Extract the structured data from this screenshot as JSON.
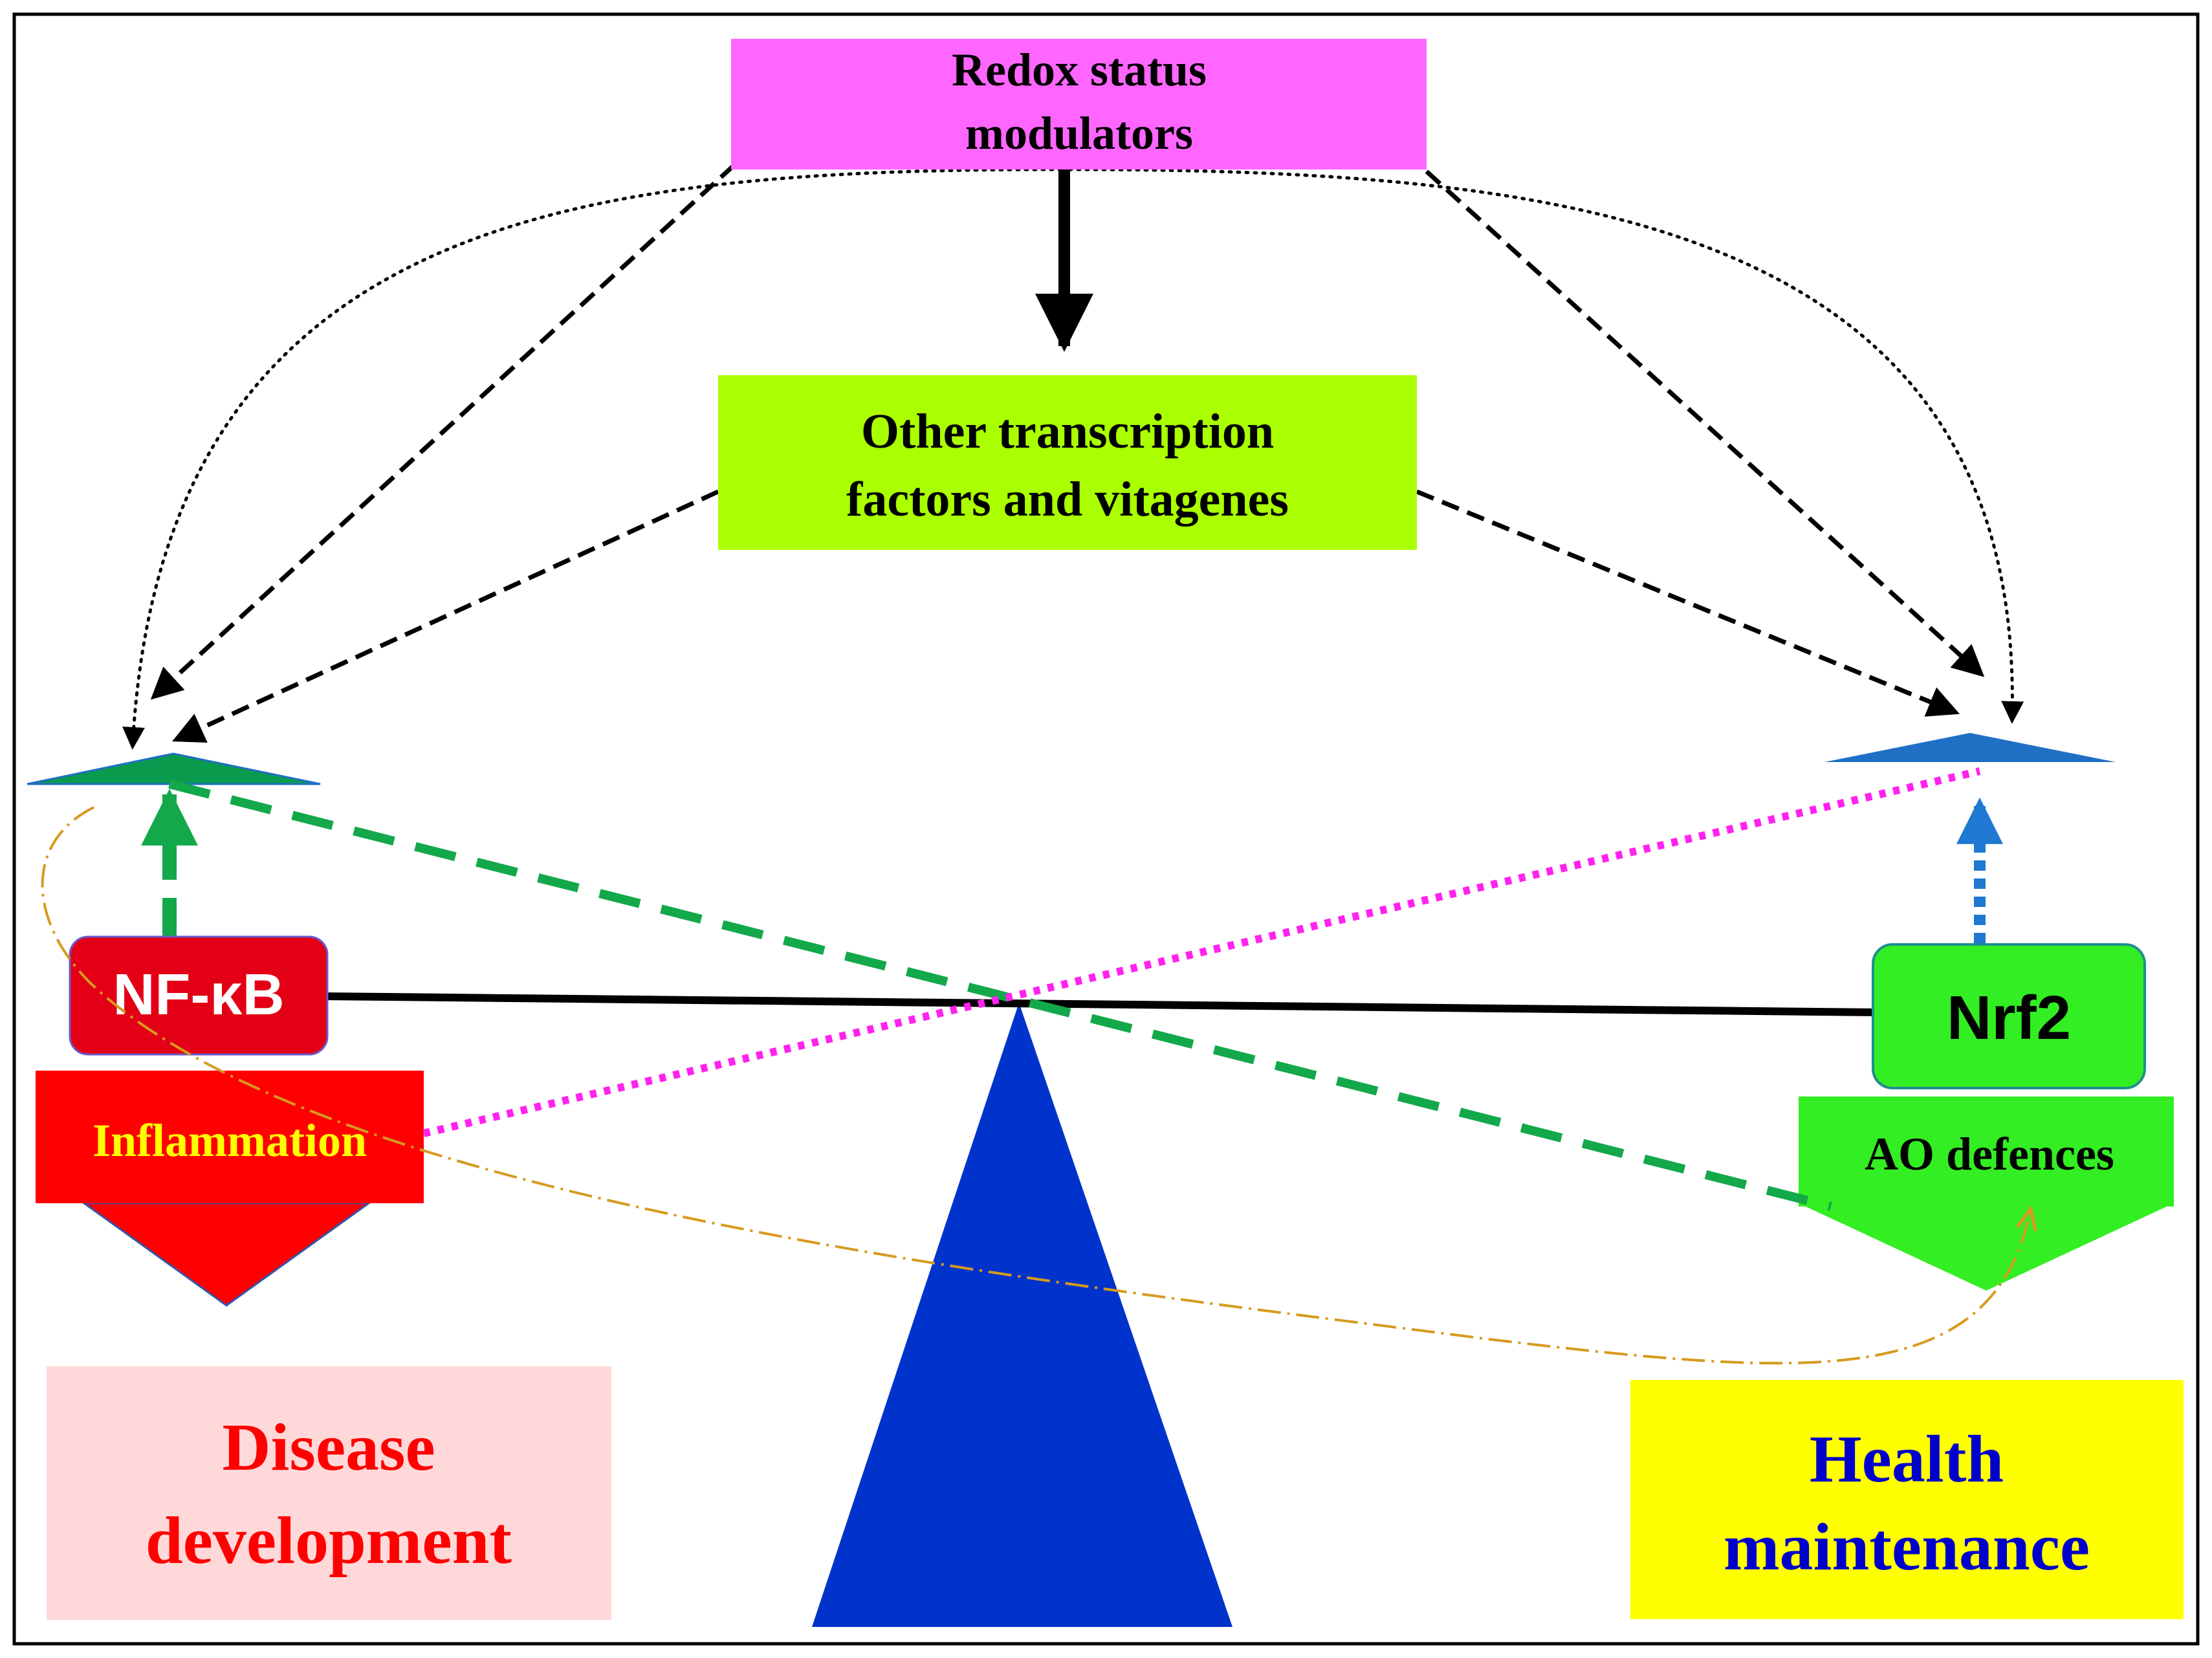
{
  "nodes": {
    "redox": {
      "lines": [
        "Redox status",
        "modulators"
      ],
      "fill": "#ff66ff"
    },
    "other_tf": {
      "lines": [
        "Other transcription",
        "factors and vitagenes"
      ],
      "fill": "#aaff00"
    },
    "nfkb": {
      "label": "NF-κB",
      "fill": "#e30016"
    },
    "nrf2": {
      "label": "Nrf2",
      "fill": "#33ee22"
    },
    "inflammation": {
      "label": "Inflammation",
      "fill": "#ff0000",
      "text_color": "#ffff00"
    },
    "ao_defences": {
      "label": "AO defences",
      "fill": "#33ee22"
    },
    "disease": {
      "lines": [
        "Disease",
        "development"
      ],
      "fill": "#ffd9d9",
      "text_color": "#ff0000"
    },
    "health": {
      "lines": [
        "Health",
        "maintenance"
      ],
      "fill": "#ffff00",
      "text_color": "#0000cc"
    }
  },
  "colors": {
    "fulcrum": "#0033cc",
    "left_pan": "#0a9a4e",
    "right_pan": "#1f6fc5",
    "green_dash": "#13a84a",
    "magenta_dot": "#ff22ee",
    "blue_dot": "#1f78d1",
    "orange_dashdot": "#d79a1e"
  }
}
